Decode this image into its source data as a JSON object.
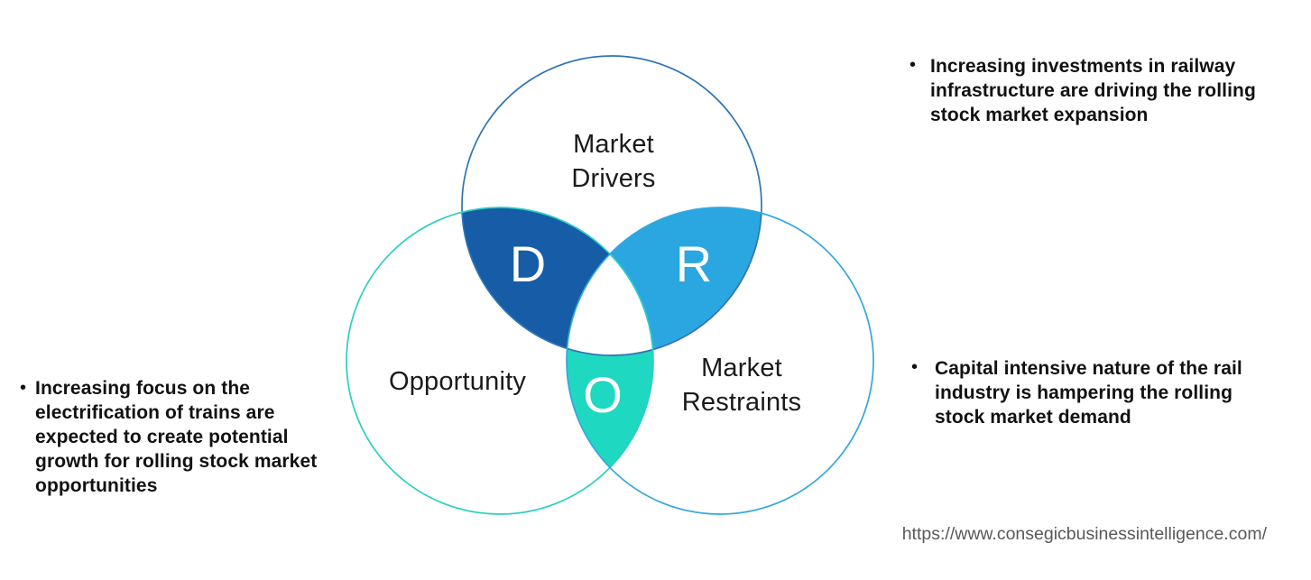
{
  "venn": {
    "drivers": {
      "label": "Market\nDrivers",
      "letter": "D",
      "stroke_color": "#2E74B5",
      "overlap_fill": "#165CA6"
    },
    "opportunity": {
      "label": "Opportunity",
      "letter": "O",
      "stroke_color": "#2BCFC0",
      "overlap_fill": "#1FD8C1"
    },
    "restraints": {
      "label": "Market\nRestraints",
      "letter": "R",
      "stroke_color": "#34A6DE",
      "overlap_fill": "#2AA7E1"
    },
    "center_fill": "#FFFFFF"
  },
  "bullets": {
    "glyph": "•",
    "left": "Increasing focus on the\nelectrification of trains are\nexpected to create potential\ngrowth for rolling stock market\nopportunities",
    "right_top": "Increasing investments in railway\ninfrastructure are driving the rolling\nstock market expansion",
    "right_bottom": "Capital intensive nature of the rail\nindustry is hampering the rolling\nstock market demand"
  },
  "footer": {
    "url": "https://www.consegicbusinessintelligence.com/"
  }
}
